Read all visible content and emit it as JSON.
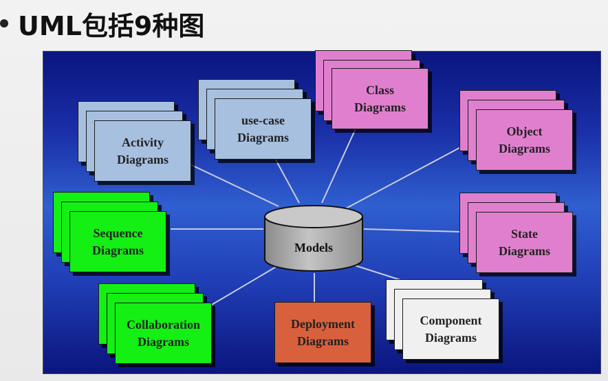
{
  "title": "UML包括9种图",
  "center": {
    "label": "Models",
    "shape": "cylinder"
  },
  "diagrams": [
    {
      "id": "activity",
      "label": "Activity\nDiagrams",
      "color": "#a7c0e0"
    },
    {
      "id": "use-case",
      "label": "use-case\nDiagrams",
      "color": "#a7c0e0"
    },
    {
      "id": "class",
      "label": "Class\nDiagrams",
      "color": "#e17fcf"
    },
    {
      "id": "object",
      "label": "Object\nDiagrams",
      "color": "#e17fcf"
    },
    {
      "id": "sequence",
      "label": "Sequence\nDiagrams",
      "color": "#14ef14"
    },
    {
      "id": "state",
      "label": "State\nDiagrams",
      "color": "#e17fcf"
    },
    {
      "id": "collaboration",
      "label": "Collaboration\nDiagrams",
      "color": "#14ef14"
    },
    {
      "id": "deployment",
      "label": "Deployment\nDiagrams",
      "color": "#d9603d"
    },
    {
      "id": "component",
      "label": "Component\nDiagrams",
      "color": "#f0f0f0"
    }
  ],
  "colors": {
    "panel": "#1a2fa8",
    "connector": "#c8cce0"
  }
}
